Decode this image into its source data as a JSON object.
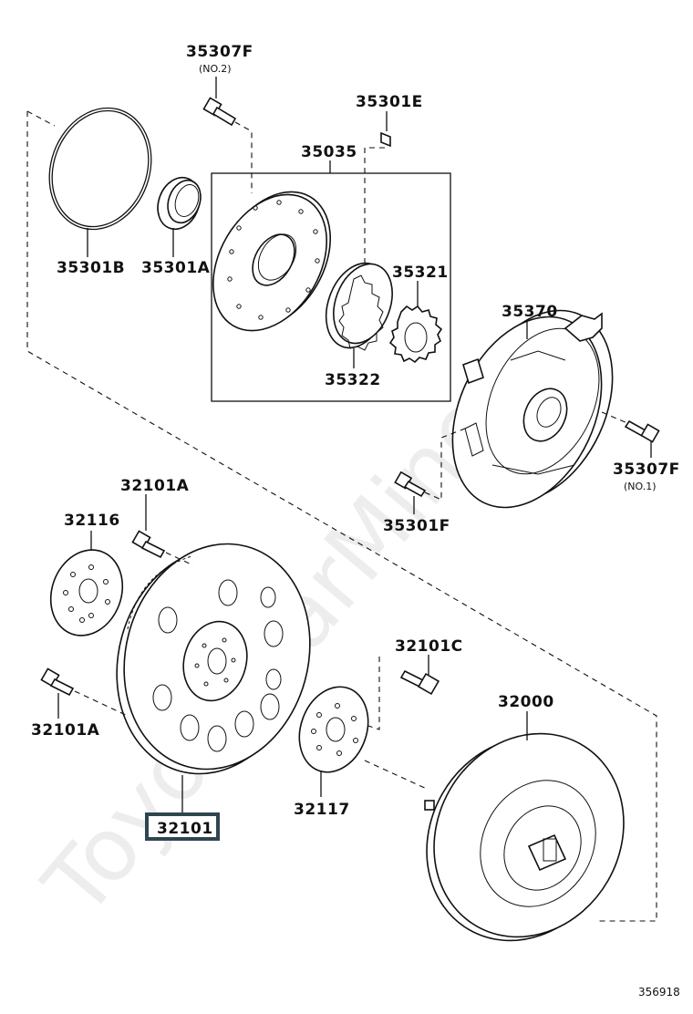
{
  "watermark": "ToyotaCarMine.ru",
  "figure_number": "356918",
  "parts": {
    "p35307F_top": {
      "code": "35307F",
      "note": "(NO.2)"
    },
    "p35301E": {
      "code": "35301E"
    },
    "p35035": {
      "code": "35035"
    },
    "p35301B": {
      "code": "35301B"
    },
    "p35301A": {
      "code": "35301A"
    },
    "p35321": {
      "code": "35321"
    },
    "p35322": {
      "code": "35322"
    },
    "p35370": {
      "code": "35370"
    },
    "p35307F_right": {
      "code": "35307F",
      "note": "(NO.1)"
    },
    "p35301F": {
      "code": "35301F"
    },
    "p32101A_top": {
      "code": "32101A"
    },
    "p32116": {
      "code": "32116"
    },
    "p32101C": {
      "code": "32101C"
    },
    "p32000": {
      "code": "32000"
    },
    "p32101A_left": {
      "code": "32101A"
    },
    "p32117": {
      "code": "32117"
    },
    "p32101": {
      "code": "32101",
      "highlighted": true
    }
  },
  "colors": {
    "highlight_box": "#2f4550",
    "line": "#111111"
  }
}
